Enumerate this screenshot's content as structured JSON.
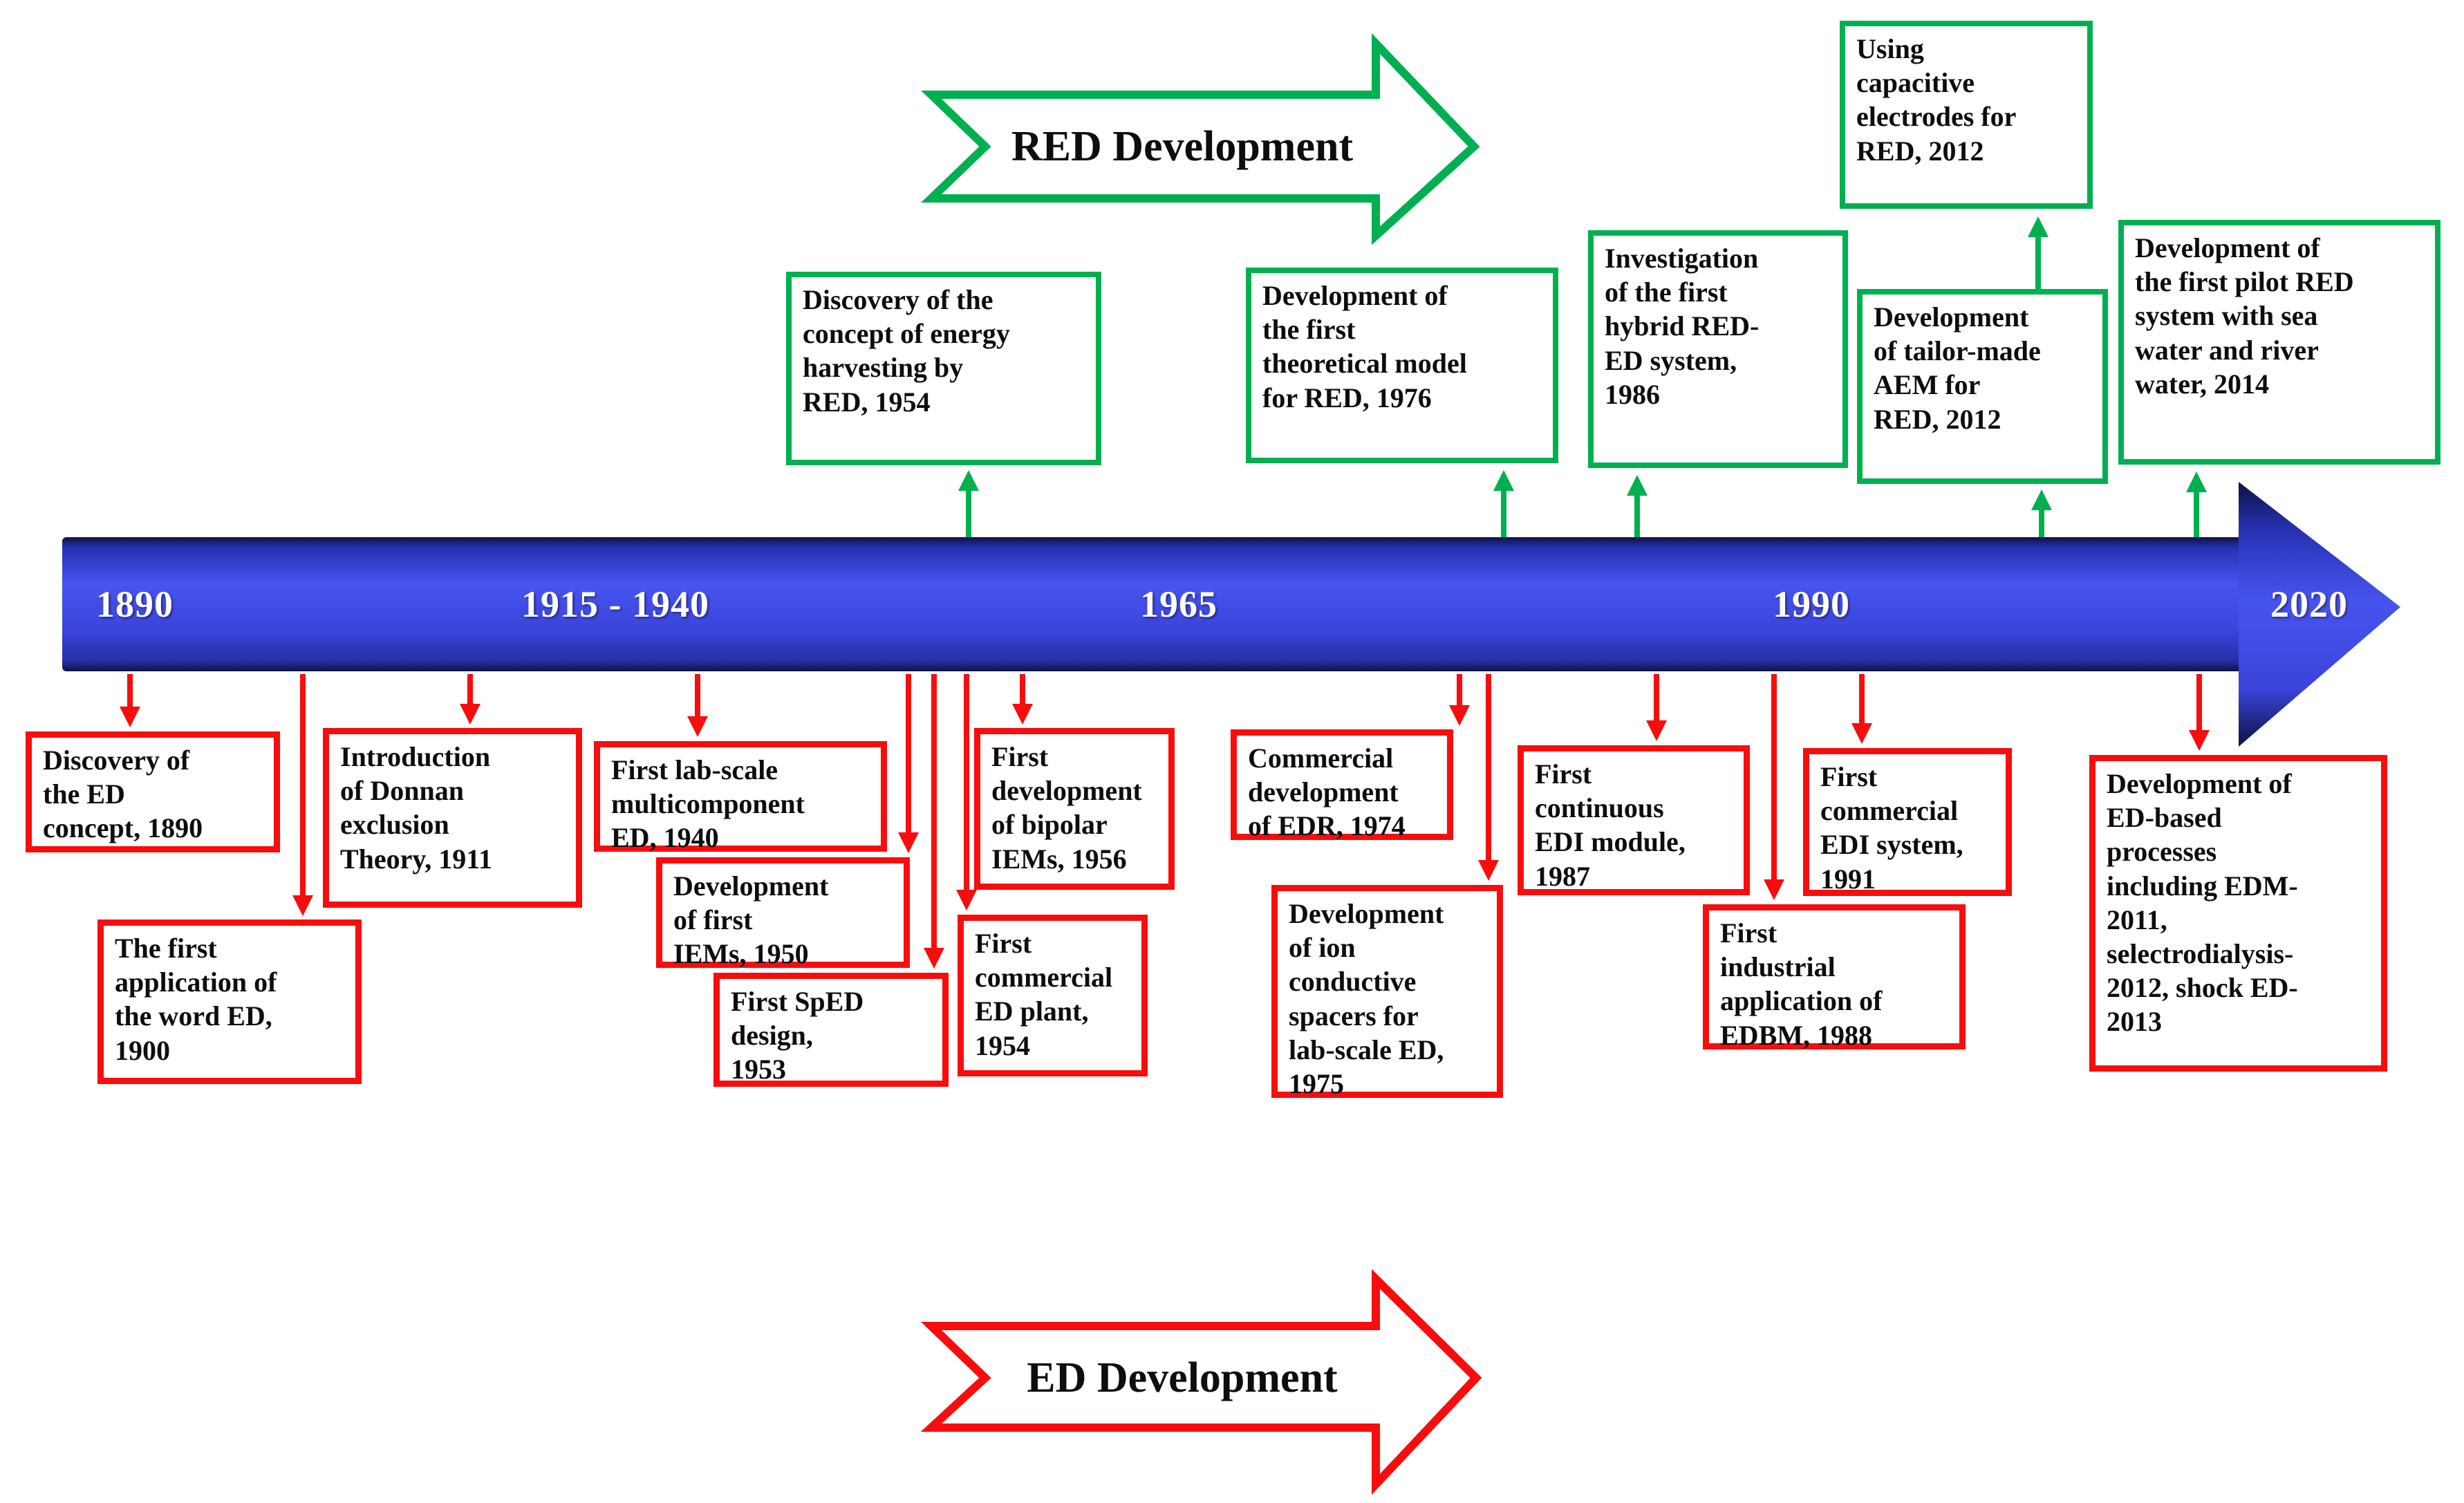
{
  "banners": {
    "red_development": "RED Development",
    "ed_development": "ED Development"
  },
  "timeline": {
    "y1890": "1890",
    "y1915_1940": "1915 - 1940",
    "y1965": "1965",
    "y1990": "1990",
    "y2020": "2020"
  },
  "green_events": {
    "harvesting_1954": "Discovery of the\nconcept of energy\nharvesting by\nRED, 1954",
    "theoretical_model_1976": "Development of\nthe first\ntheoretical model\nfor RED, 1976",
    "hybrid_red_ed_1986": "Investigation\nof the first\nhybrid RED-\nED system,\n1986",
    "capacitive_electrodes_2012": "Using\ncapacitive\nelectrodes for\nRED, 2012",
    "tailor_made_aem_2012": "Development\nof tailor-made\nAEM for\nRED, 2012",
    "pilot_red_2014": "Development of\nthe first pilot RED\nsystem with sea\nwater and river\nwater, 2014"
  },
  "red_events": {
    "ed_concept_1890": "Discovery of\nthe ED\nconcept, 1890",
    "word_ed_1900": "The first\napplication of\nthe word ED,\n1900",
    "donnan_1911": "Introduction\nof Donnan\nexclusion\nTheory, 1911",
    "lab_scale_1940": "First lab-scale\nmulticomponent\nED, 1940",
    "first_iems_1950": "Development\nof first\nIEMs, 1950",
    "sped_1953": "First SpED\ndesign,\n1953",
    "ed_plant_1954": "First\ncommercial\nED plant,\n1954",
    "bipolar_iems_1956": "First\ndevelopment\nof bipolar\nIEMs, 1956",
    "edr_1974": "Commercial\ndevelopment\nof EDR, 1974",
    "spacers_1975": "Development\nof ion\nconductive\nspacers for\nlab-scale ED,\n1975",
    "edi_module_1987": "First\ncontinuous\nEDI module,\n1987",
    "edbm_1988": "First\nindustrial\napplication of\nEDBM, 1988",
    "edi_system_1991": "First\ncommercial\nEDI system,\n1991",
    "ed_based_2013": "Development of\nED-based\nprocesses\nincluding EDM-\n2011,\nselectrodialysis-\n2012, shock ED-\n2013"
  },
  "colors": {
    "timeline_blue": "#3f49e2",
    "red_accent": "#f70d0d",
    "green_accent": "#00b050",
    "text": "#0d0d0d"
  }
}
